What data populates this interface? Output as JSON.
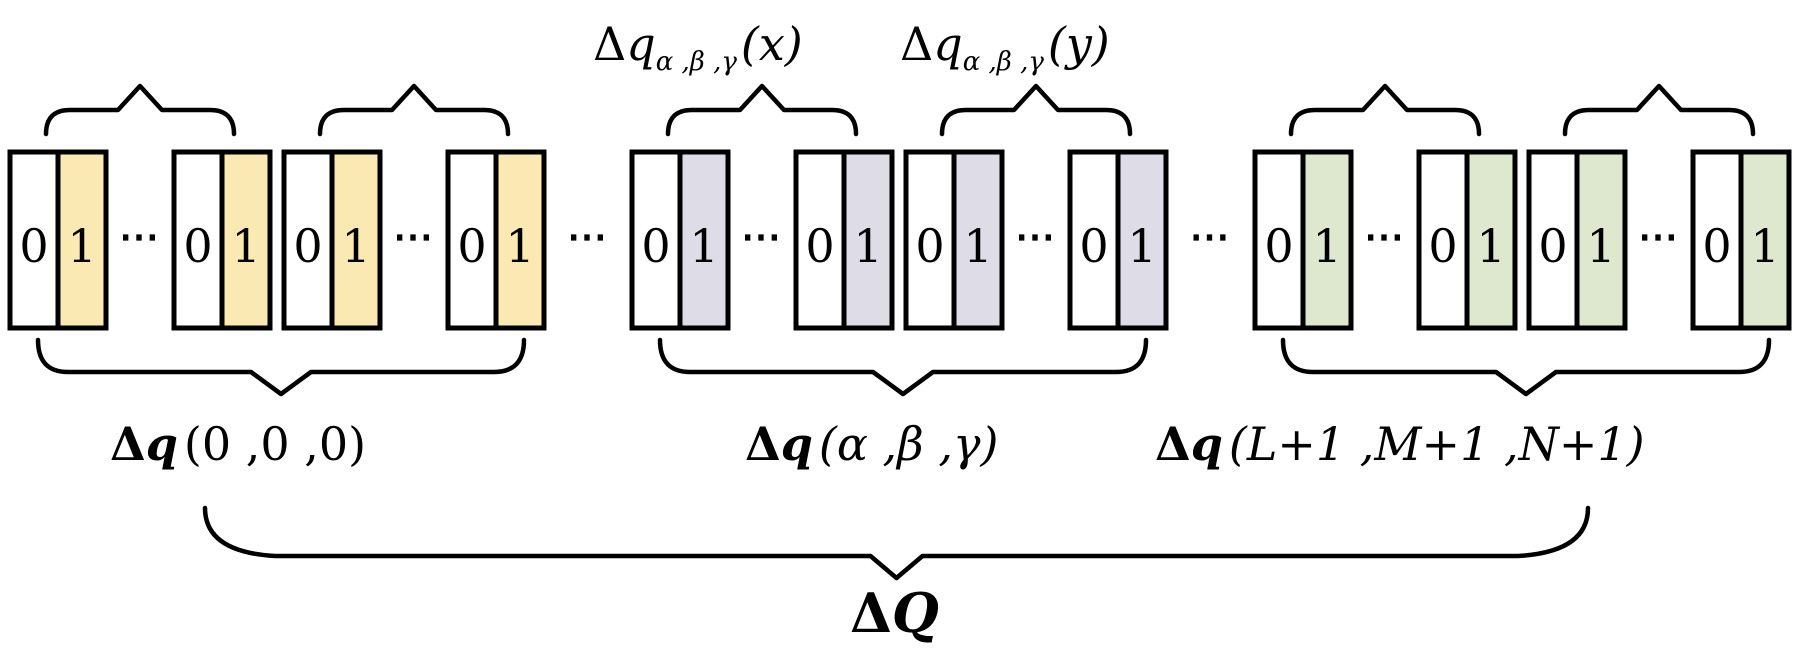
{
  "colors": {
    "group_0": "#fbe9b3",
    "group_1": "#dedce6",
    "group_2": "#dde8cf",
    "stroke": "#000000",
    "empty": "#ffffff"
  },
  "cell_labels": [
    "0",
    "1"
  ],
  "ellipsis": "⋯",
  "groups": [
    {
      "id": "g0",
      "label_delta": "Δ",
      "label_q": "q",
      "label_args": "(0 ,0 ,0)"
    },
    {
      "id": "g1",
      "label_delta": "Δ",
      "label_q": "q",
      "label_args": "(α ,β ,γ)"
    },
    {
      "id": "g2",
      "label_delta": "Δ",
      "label_q": "q",
      "label_args": "(L+1 ,M+1 ,N+1)"
    }
  ],
  "top_labels": [
    {
      "delta": "Δ",
      "q": "q",
      "sub": "α ,β ,γ",
      "arg": "(x)"
    },
    {
      "delta": "Δ",
      "q": "q",
      "sub": "α ,β ,γ",
      "arg": "(y)"
    }
  ],
  "total_label": {
    "delta": "Δ",
    "q": "Q"
  }
}
